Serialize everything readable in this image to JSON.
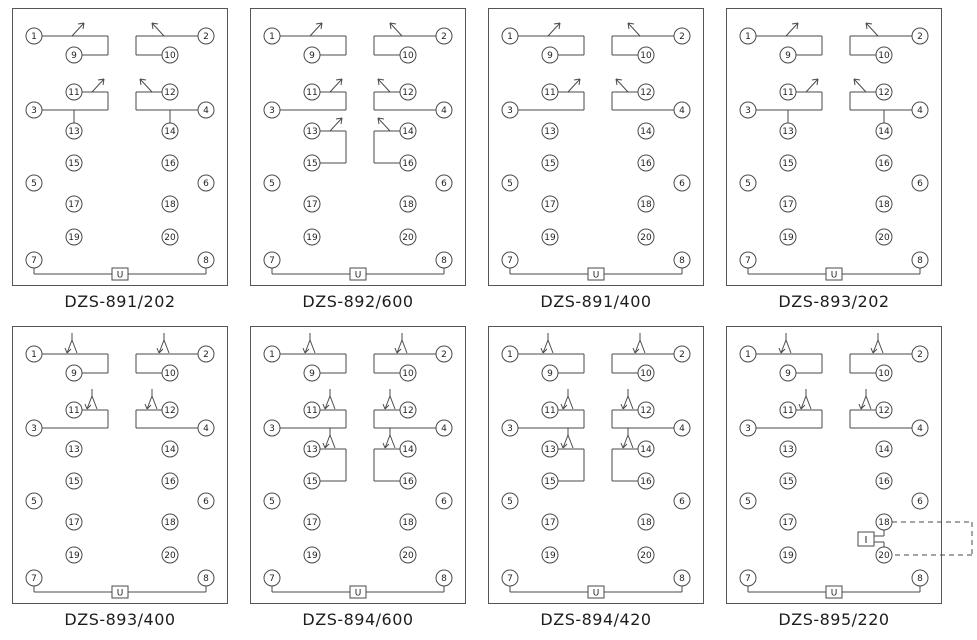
{
  "colors": {
    "line": "#4a4a4a",
    "text": "#222222",
    "panel_border": "#555555",
    "background": "#ffffff"
  },
  "terminal_numbers": [
    "1",
    "2",
    "3",
    "4",
    "5",
    "6",
    "7",
    "8",
    "9",
    "10",
    "11",
    "12",
    "13",
    "14",
    "15",
    "16",
    "17",
    "18",
    "19",
    "20"
  ],
  "u_box_label": "U",
  "i_box_label": "I",
  "panels": [
    {
      "label": "DZS-891/202",
      "arrow": "up",
      "groups": {
        "top": true,
        "mid": true,
        "mid_elbows": true,
        "low": false
      },
      "ibox": false
    },
    {
      "label": "DZS-892/600",
      "arrow": "up",
      "groups": {
        "top": true,
        "mid": true,
        "mid_elbows": false,
        "low": true
      },
      "ibox": false
    },
    {
      "label": "DZS-891/400",
      "arrow": "up",
      "groups": {
        "top": true,
        "mid": true,
        "mid_elbows": false,
        "low": false
      },
      "ibox": false
    },
    {
      "label": "DZS-893/202",
      "arrow": "up",
      "groups": {
        "top": true,
        "mid": true,
        "mid_elbows": true,
        "low": false
      },
      "ibox": false
    },
    {
      "label": "DZS-893/400",
      "arrow": "down",
      "groups": {
        "top": true,
        "mid": true,
        "mid_elbows": false,
        "low": false
      },
      "ibox": false
    },
    {
      "label": "DZS-894/600",
      "arrow": "down",
      "groups": {
        "top": true,
        "mid": true,
        "mid_elbows": false,
        "low": true
      },
      "ibox": false
    },
    {
      "label": "DZS-894/420",
      "arrow": "down",
      "groups": {
        "top": true,
        "mid": true,
        "mid_elbows": false,
        "low": true
      },
      "ibox": false
    },
    {
      "label": "DZS-895/220",
      "arrow": "down",
      "groups": {
        "top": true,
        "mid": true,
        "mid_elbows": false,
        "low": false
      },
      "ibox": true
    }
  ]
}
